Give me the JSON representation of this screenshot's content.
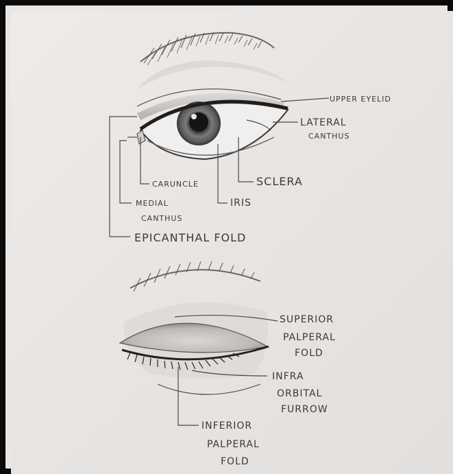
{
  "top_eye": {
    "labels": {
      "upper_eyelid": "UPPER EYELID",
      "lateral": "LATERAL",
      "canthus_lateral": "CANTHUS",
      "caruncle": "CARUNCLE",
      "sclera": "SCLERA",
      "medial": "MEDIAL",
      "canthus_medial": "CANTHUS",
      "iris": "IRIS",
      "epicanthal_fold": "EPICANTHAL FOLD"
    }
  },
  "bottom_eye": {
    "labels": {
      "superior_1": "SUPERIOR",
      "superior_2": "PALPERAL",
      "superior_3": "FOLD",
      "infra_1": "INFRA",
      "infra_2": "ORBITAL",
      "infra_3": "FURROW",
      "inferior_1": "INFERIOR",
      "inferior_2": "PALPERAL",
      "inferior_3": "FOLD"
    }
  }
}
